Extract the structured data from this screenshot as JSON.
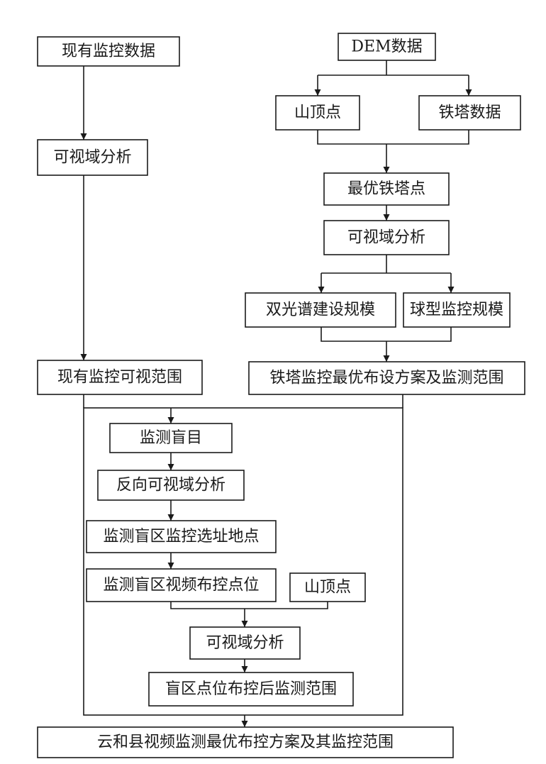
{
  "nodes": {
    "existing_data": "现有监控数据",
    "dem_data": "DEM数据",
    "peak_1": "山顶点",
    "tower_data": "铁塔数据",
    "viewshed_1": "可视域分析",
    "best_tower": "最优铁塔点",
    "viewshed_2": "可视域分析",
    "dual_spectrum": "双光谱建设规模",
    "dome_monitor": "球型监控规模",
    "existing_range": "现有监控可视范围",
    "tower_plan": "铁塔监控最优布设方案及监测范围",
    "blind_spot": "监测盲目",
    "reverse_viewshed": "反向可视域分析",
    "blind_site": "监测盲区监控选址地点",
    "blind_video_points": "监测盲区视频布控点位",
    "peak_2": "山顶点",
    "viewshed_3": "可视域分析",
    "blind_after_range": "盲区点位布控后监测范围",
    "final_plan": "云和县视频监测最优布控方案及其监控范围"
  }
}
